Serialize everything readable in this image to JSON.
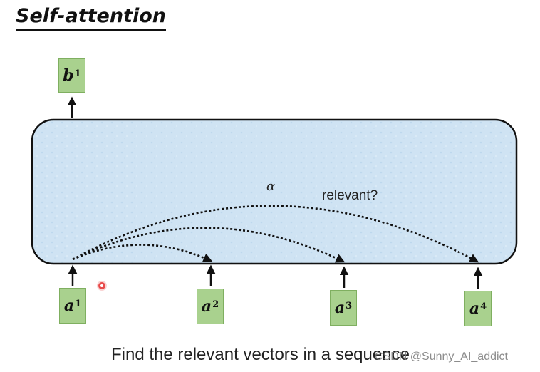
{
  "title": "Self-attention",
  "output_vector": {
    "base": "b",
    "sup": "1"
  },
  "input_vectors": [
    {
      "base": "a",
      "sup": "1"
    },
    {
      "base": "a",
      "sup": "2"
    },
    {
      "base": "a",
      "sup": "3"
    },
    {
      "base": "a",
      "sup": "4"
    }
  ],
  "alpha_label": "α",
  "relevant_label": "relevant?",
  "caption": "Find the relevant vectors in a sequence",
  "watermark": "CSDN @Sunny_AI_addict",
  "colors": {
    "vector_fill": "#a9d18e",
    "block_fill": "#cfe3f3",
    "block_stroke": "#111111"
  }
}
